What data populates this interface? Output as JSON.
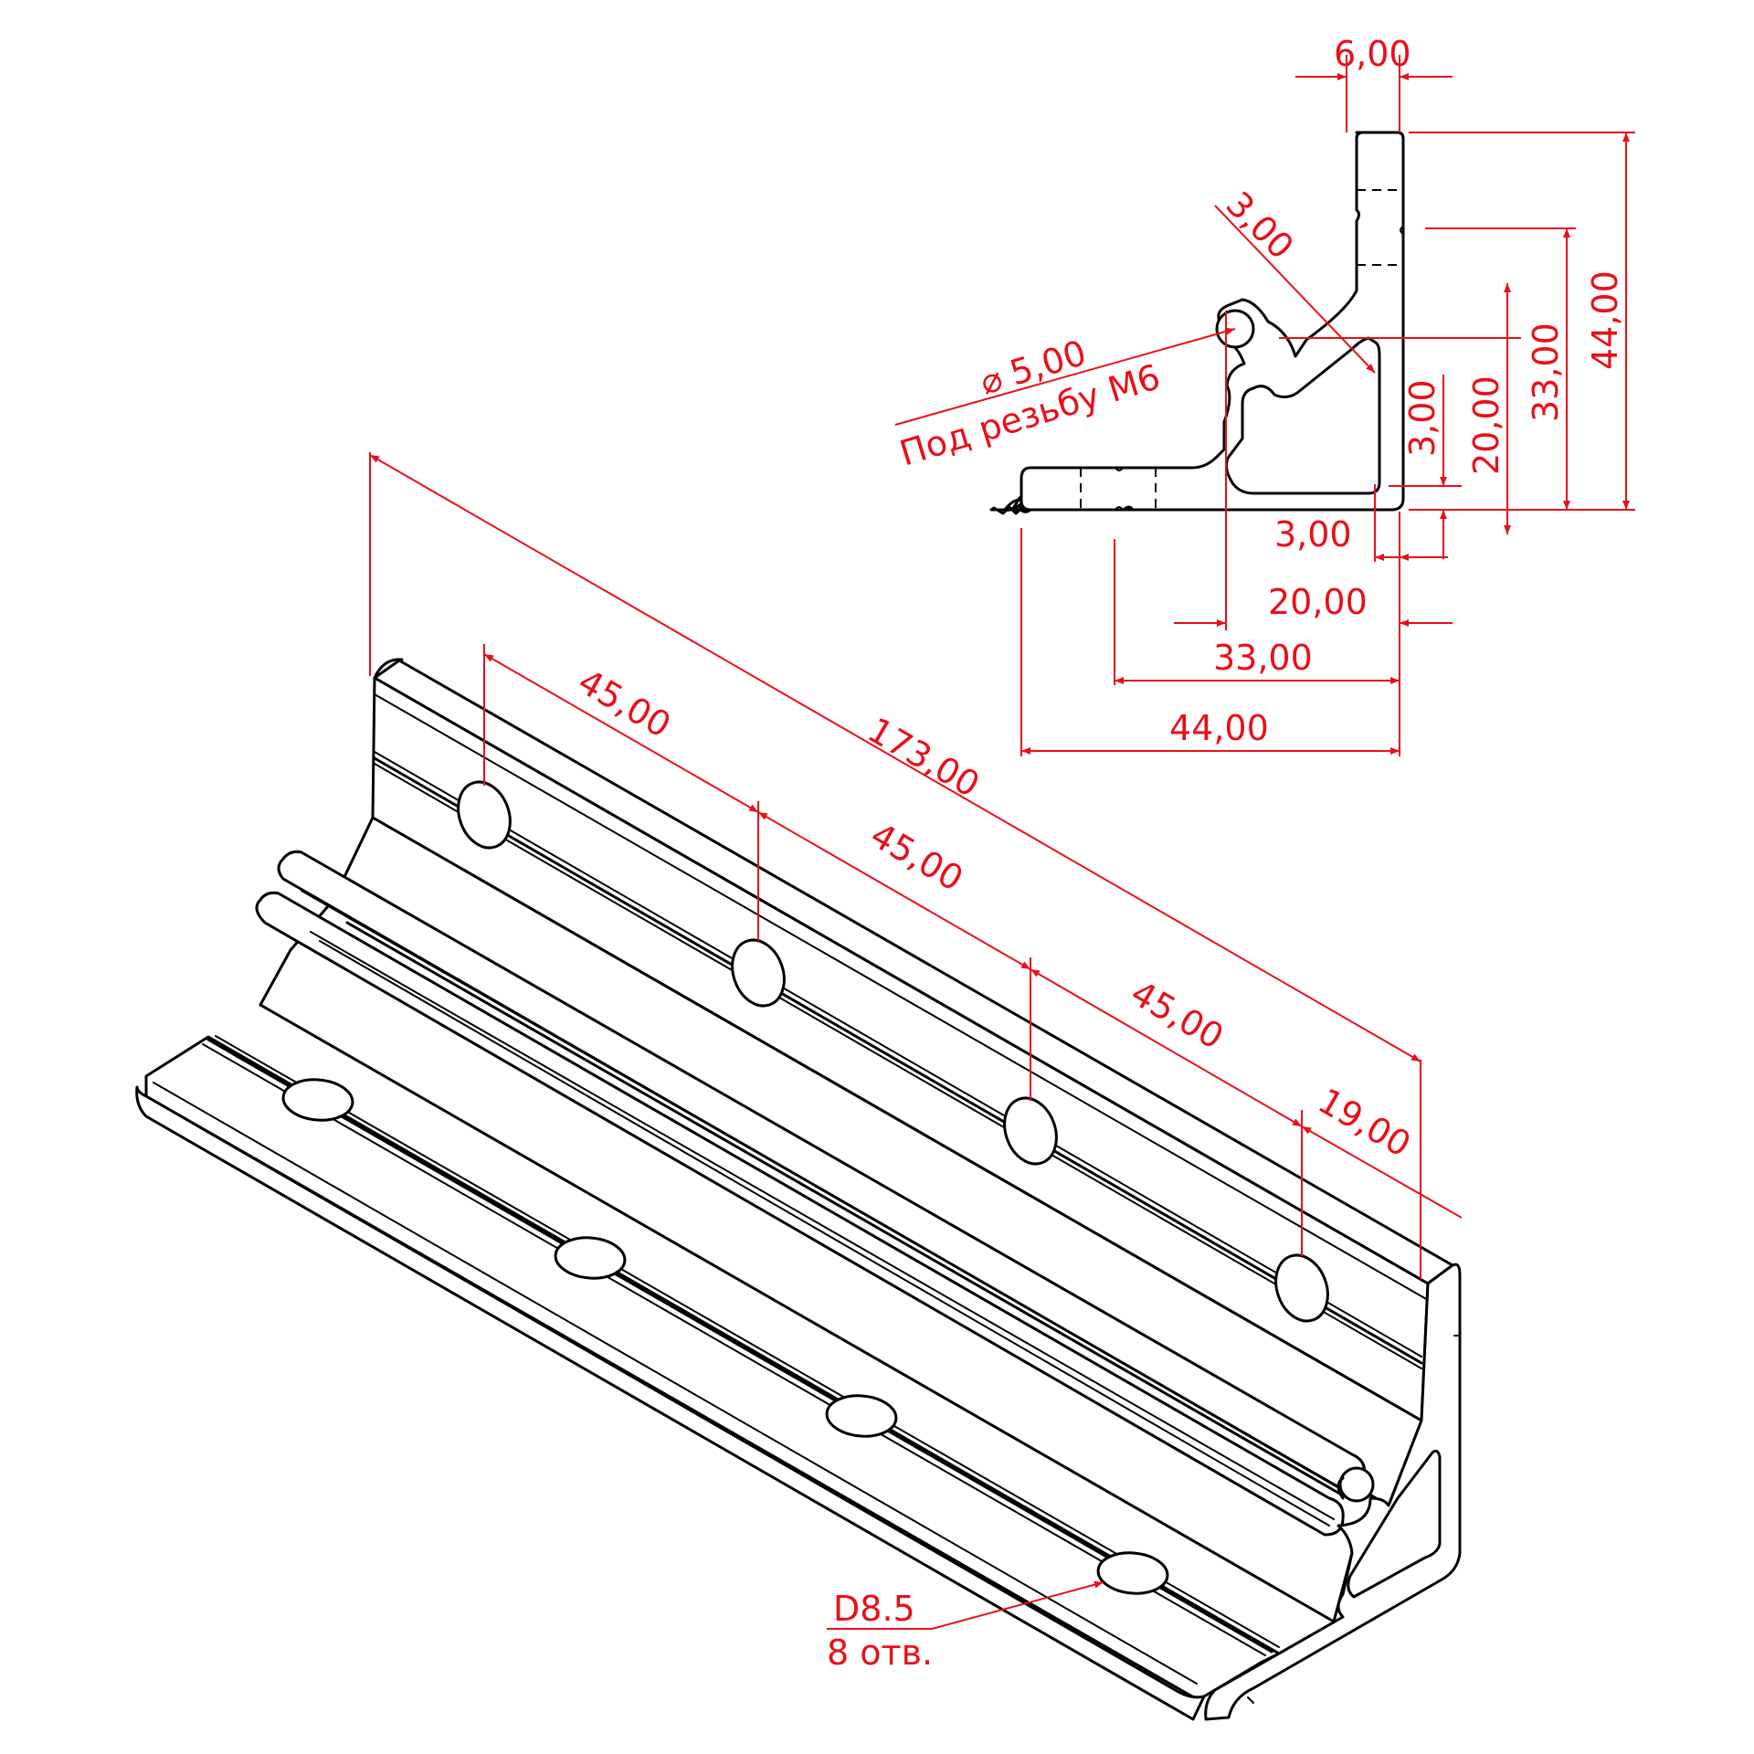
{
  "colors": {
    "part": "#000000",
    "dimension": "#e8101a",
    "background": "#ffffff"
  },
  "section": {
    "dims": {
      "w6": "6,00",
      "h44": "44,00",
      "h33": "33,00",
      "h20": "20,00",
      "h3": "3,00",
      "w3": "3,00",
      "w20": "20,00",
      "w33": "33,00",
      "w44": "44,00",
      "chamfer": "3,00"
    },
    "hole_diameter": "5,00",
    "hole_diameter_symbol": "⌀",
    "hole_note": "Под резьбу М6"
  },
  "iso": {
    "dims": {
      "overall": "173,00",
      "pitch1": "45,00",
      "pitch2": "45,00",
      "pitch3": "45,00",
      "end": "19,00"
    },
    "hole_callout": {
      "size": "D8.5",
      "count": "8 отв."
    }
  }
}
